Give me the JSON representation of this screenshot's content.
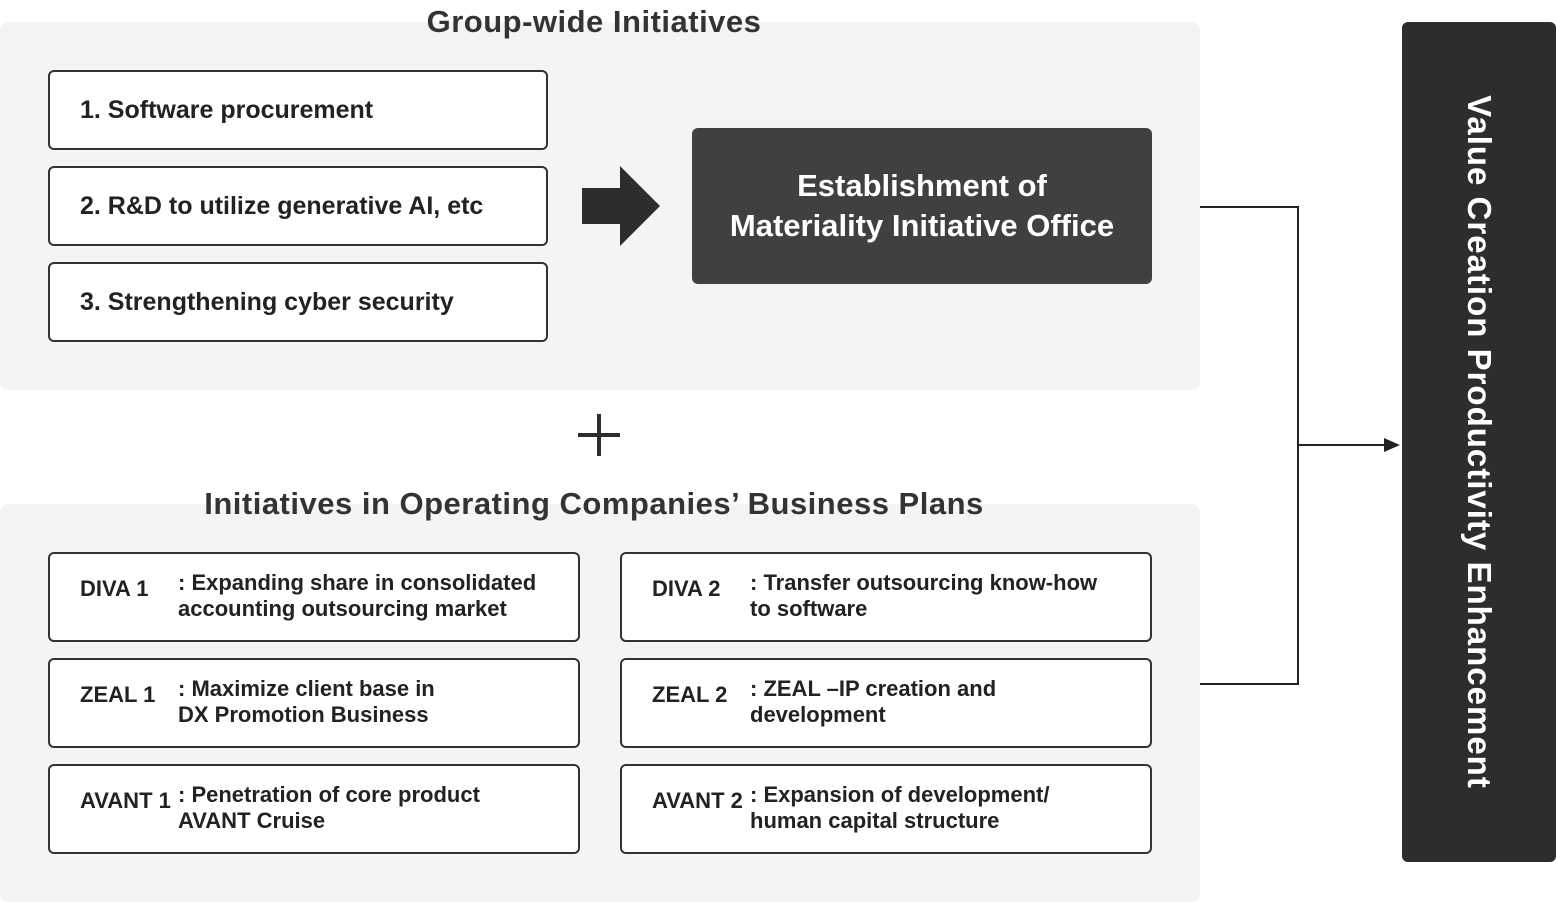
{
  "group_wide": {
    "title": "Group-wide Initiatives",
    "items": [
      "1. Software procurement",
      "2. R&D to utilize generative AI, etc",
      "3. Strengthening cyber security"
    ],
    "office_label": "Establishment of Materiality Initiative Office"
  },
  "plus_symbol": "+",
  "operating": {
    "title": "Initiatives in Operating Companies’ Business Plans",
    "items": [
      {
        "code": "DIVA 1",
        "desc": ": Expanding share in consolidated\n  accounting outsourcing market"
      },
      {
        "code": "DIVA 2",
        "desc": ": Transfer outsourcing know-how\n  to software"
      },
      {
        "code": "ZEAL 1",
        "desc": ": Maximize client base in\n  DX Promotion Business"
      },
      {
        "code": "ZEAL 2",
        "desc": ": ZEAL –IP creation and\n  development"
      },
      {
        "code": "AVANT 1",
        "desc": ": Penetration of core product\n  AVANT Cruise"
      },
      {
        "code": "AVANT 2",
        "desc": ": Expansion of development/\n  human capital structure"
      }
    ]
  },
  "outcome": {
    "label": "Value Creation Productivity Enhancement"
  },
  "colors": {
    "panel_bg": "#f4f4f4",
    "office_bg": "#404040",
    "outcome_bg": "#2d2d2d",
    "border": "#333333"
  }
}
